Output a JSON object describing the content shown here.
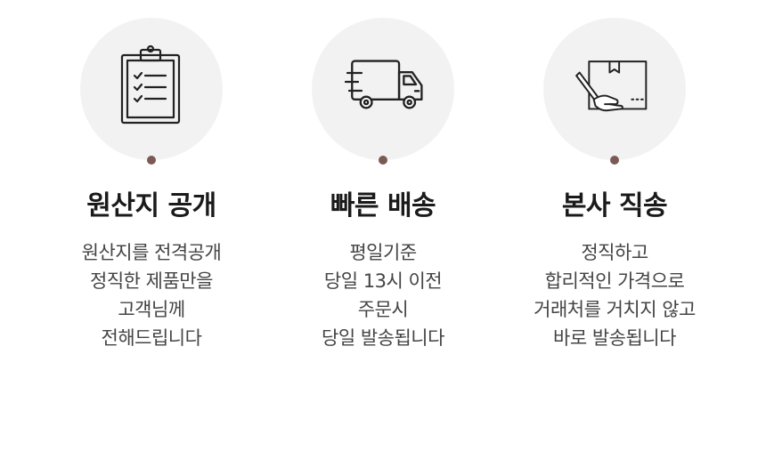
{
  "accent_color": "#7a5a52",
  "features": [
    {
      "icon": "clipboard-checklist-icon",
      "title": "원산지 공개",
      "lines": [
        "원산지를 전격공개",
        "정직한 제품만을",
        "고객님께",
        "전해드립니다"
      ]
    },
    {
      "icon": "delivery-truck-icon",
      "title": "빠른 배송",
      "lines": [
        "평일기준",
        "당일 13시 이전",
        "주문시",
        "당일 발송됩니다"
      ]
    },
    {
      "icon": "hand-box-icon",
      "title": "본사 직송",
      "lines": [
        "정직하고",
        "합리적인 가격으로",
        "거래처를 거치지 않고",
        "바로 발송됩니다"
      ]
    }
  ]
}
